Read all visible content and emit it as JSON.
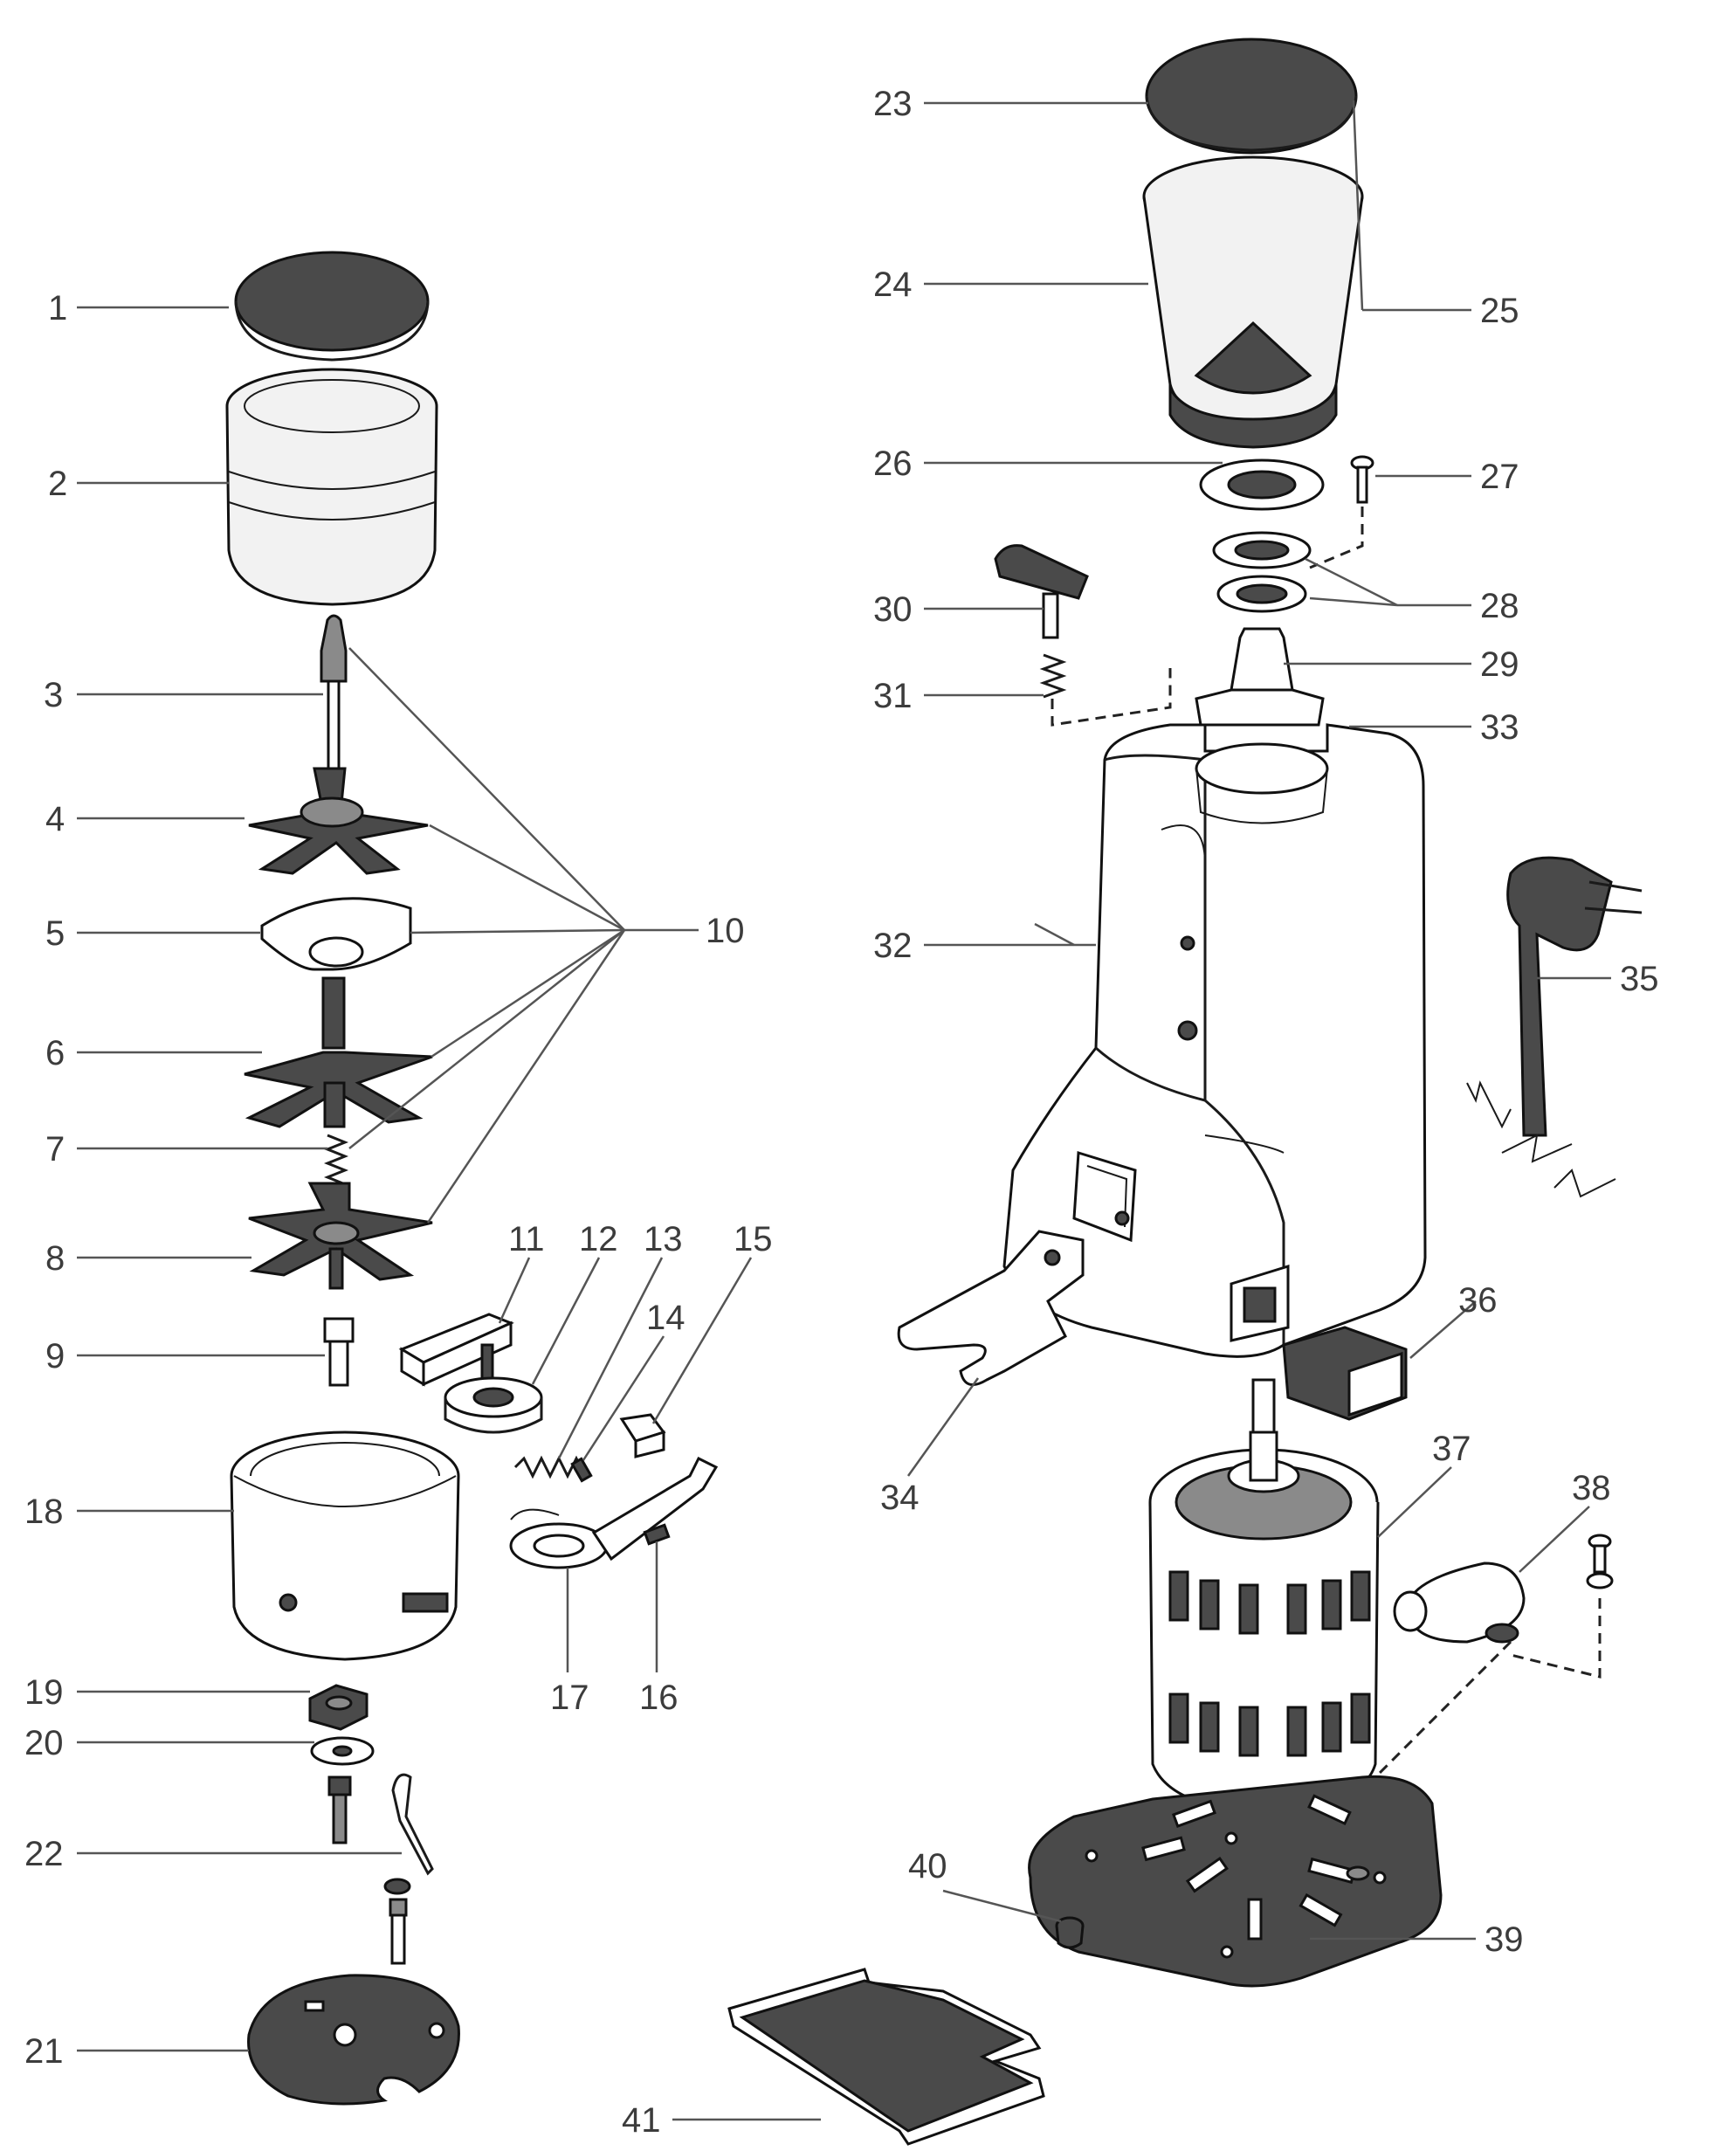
{
  "labels": {
    "n1": "1",
    "n2": "2",
    "n3": "3",
    "n4": "4",
    "n5": "5",
    "n6": "6",
    "n7": "7",
    "n8": "8",
    "n9": "9",
    "n10": "10",
    "n11": "11",
    "n12": "12",
    "n13": "13",
    "n14": "14",
    "n15": "15",
    "n16": "16",
    "n17": "17",
    "n18": "18",
    "n19": "19",
    "n20": "20",
    "n21": "21",
    "n22": "22",
    "n23": "23",
    "n24": "24",
    "n25": "25",
    "n26": "26",
    "n27": "27",
    "n28": "28",
    "n29": "29",
    "n30": "30",
    "n31": "31",
    "n32": "32",
    "n33": "33",
    "n34": "34",
    "n35": "35",
    "n36": "36",
    "n37": "37",
    "n38": "38",
    "n39": "39",
    "n40": "40",
    "n41": "41"
  },
  "colors": {
    "line": "#1a1a1a",
    "leader": "#555555",
    "dark_part": "#4a4a4a",
    "label": "#3c3c3c"
  }
}
